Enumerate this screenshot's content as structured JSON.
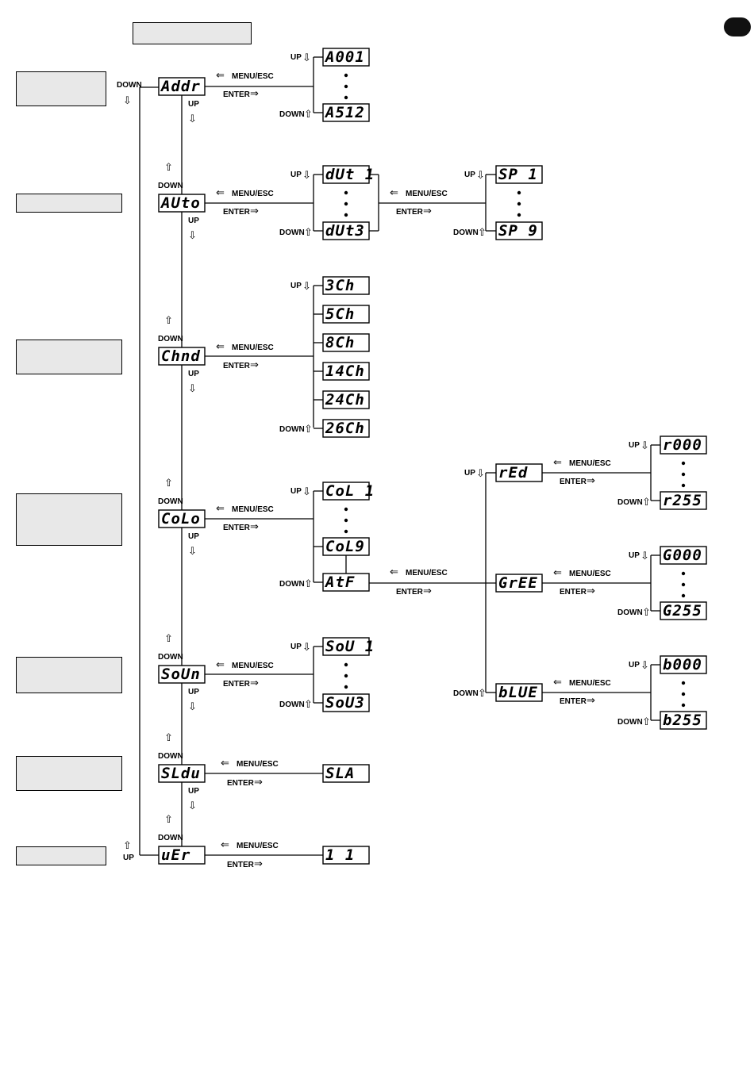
{
  "labels": {
    "menu_esc": "MENU/ESC",
    "enter": "ENTER",
    "up": "UP",
    "down": "DOWN"
  },
  "main_menu": [
    "Addr",
    "AUto",
    "Chnd",
    "CoLo",
    "SoUn",
    "SLdu",
    "uEr"
  ],
  "addr": {
    "first": "A001",
    "last": "A512"
  },
  "auto": {
    "first": "dUt 1",
    "last": "dUt3"
  },
  "auto_speed": {
    "first": "SP  1",
    "last": "SP  9"
  },
  "channels": [
    "3Ch",
    "5Ch",
    "8Ch",
    "14Ch",
    "24Ch",
    "26Ch"
  ],
  "colors": {
    "first": "CoL 1",
    "last": "CoL9",
    "custom": "AtF"
  },
  "rgb_menu": [
    "rEd",
    "GrEE",
    "bLUE"
  ],
  "red": {
    "first": "r000",
    "last": "r255"
  },
  "green": {
    "first": "G000",
    "last": "G255"
  },
  "blue": {
    "first": "b000",
    "last": "b255"
  },
  "sound": {
    "first": "SoU 1",
    "last": "SoU3"
  },
  "slave": "SLA",
  "version": "1 1",
  "icons": {
    "arrow_left": "⇐",
    "arrow_right": "⇒",
    "arrow_up": "⇧",
    "arrow_down": "⇩",
    "dot": "•"
  }
}
